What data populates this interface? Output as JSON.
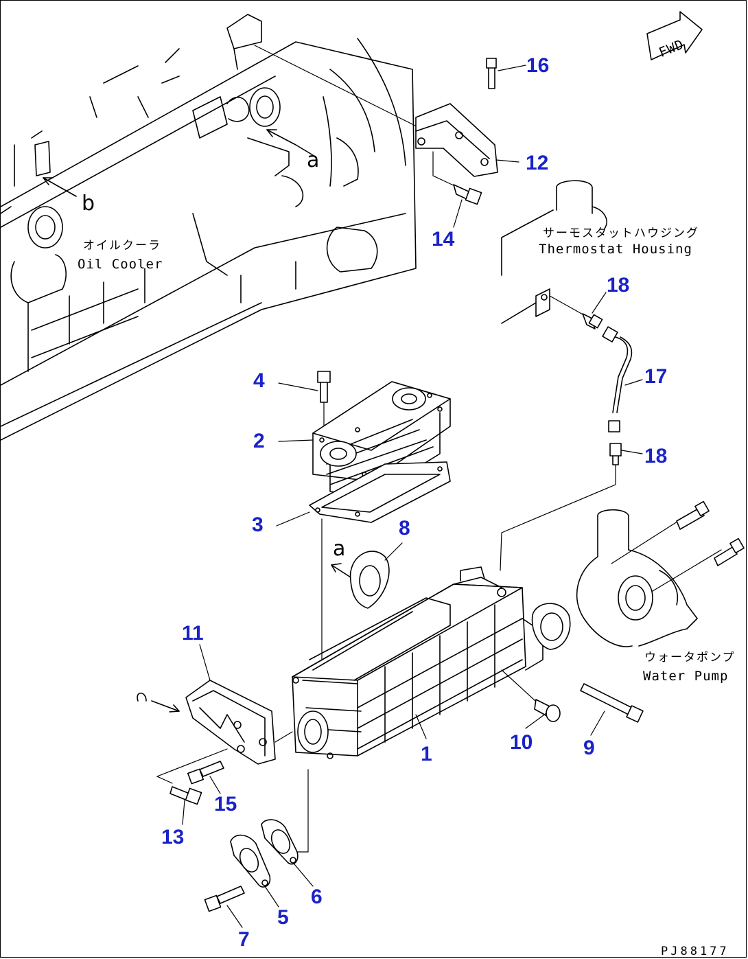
{
  "drawing_code": "PJ88177",
  "fwd_label": "FWD",
  "parts": [
    {
      "num": "1"
    },
    {
      "num": "2"
    },
    {
      "num": "3"
    },
    {
      "num": "4"
    },
    {
      "num": "5"
    },
    {
      "num": "6"
    },
    {
      "num": "7"
    },
    {
      "num": "8"
    },
    {
      "num": "9"
    },
    {
      "num": "10"
    },
    {
      "num": "11"
    },
    {
      "num": "12"
    },
    {
      "num": "13"
    },
    {
      "num": "14"
    },
    {
      "num": "15"
    },
    {
      "num": "16"
    },
    {
      "num": "17"
    },
    {
      "num": "18"
    },
    {
      "num": "18"
    }
  ],
  "notes": {
    "oil_cooler_jp": "オイルクーラ",
    "oil_cooler_en": "Oil Cooler",
    "thermostat_jp": "サーモスタットハウジング",
    "thermostat_en": "Thermostat Housing",
    "water_pump_jp": "ウォータポンプ",
    "water_pump_en": "Water Pump"
  },
  "reference_letters": {
    "a": "a",
    "b": "b"
  },
  "colors": {
    "part_number": "#1a22c8",
    "line": "#000000"
  }
}
